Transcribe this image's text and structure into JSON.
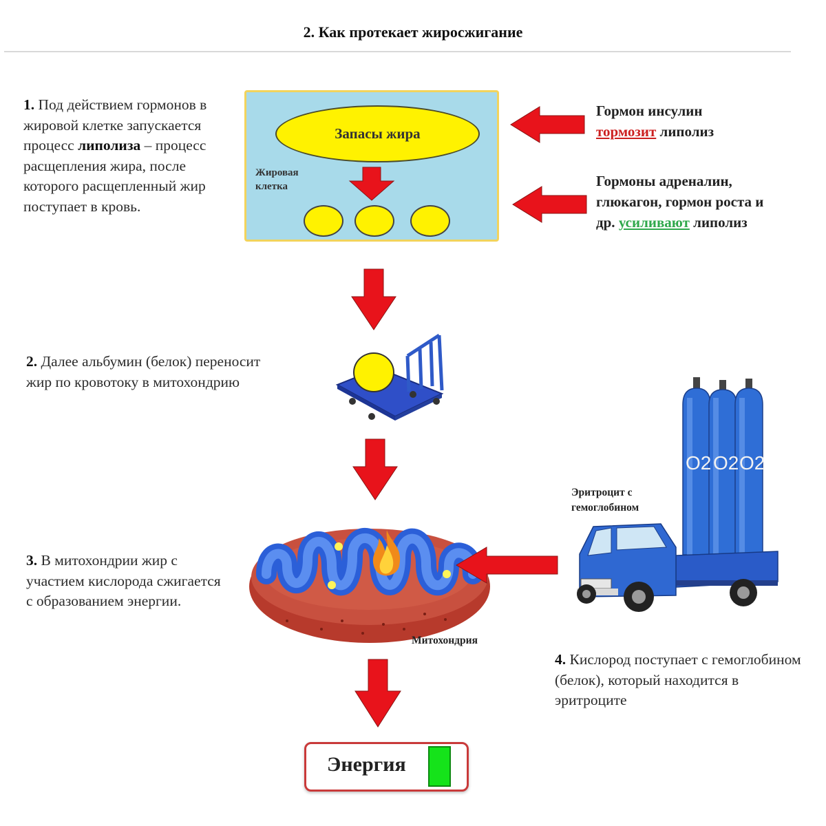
{
  "title": "2. Как протекает жиросжигание",
  "step1": {
    "num": "1.",
    "text_a": " Под действием гормонов в жировой клетке запускается процесс ",
    "bold": "липолиза",
    "text_b": " – процесс расщепления жира, после которого расщепленный жир поступает в кровь."
  },
  "fat_cell": {
    "oval_label": "Запасы жира",
    "cell_label_line1": "Жировая",
    "cell_label_line2": "клетка"
  },
  "insulin": {
    "line1": "Гормон инсулин",
    "verb": "тормозит",
    "tail": " липолиз"
  },
  "others": {
    "line1": "Гормоны адреналин,",
    "line2": "глюкагон, гормон роста и",
    "prefix": "др. ",
    "verb": "усиливают",
    "tail": " липолиз"
  },
  "step2": {
    "num": "2.",
    "text": " Далее альбумин (белок) переносит жир по кровотоку в митохондрию"
  },
  "step3": {
    "num": "3.",
    "text": " В митохондрии жир с участием кислорода сжигается с образованием энергии."
  },
  "mito_label": "Митохондрия",
  "truck_label_line1": "Эритроцит с",
  "truck_label_line2": "гемоглобином",
  "cylinder_label": "O2",
  "step4": {
    "num": "4.",
    "text": " Кислород поступает с гемоглобином (белок), который находится в эритроците"
  },
  "energy_label": "Энергия",
  "colors": {
    "arrow_red": "#e8131b",
    "fat_yellow": "#fff200",
    "cell_blue": "#a8daea",
    "energy_green": "#15e31a",
    "inhibit_red": "#cc1f1f",
    "enhance_green": "#2fa84b"
  }
}
